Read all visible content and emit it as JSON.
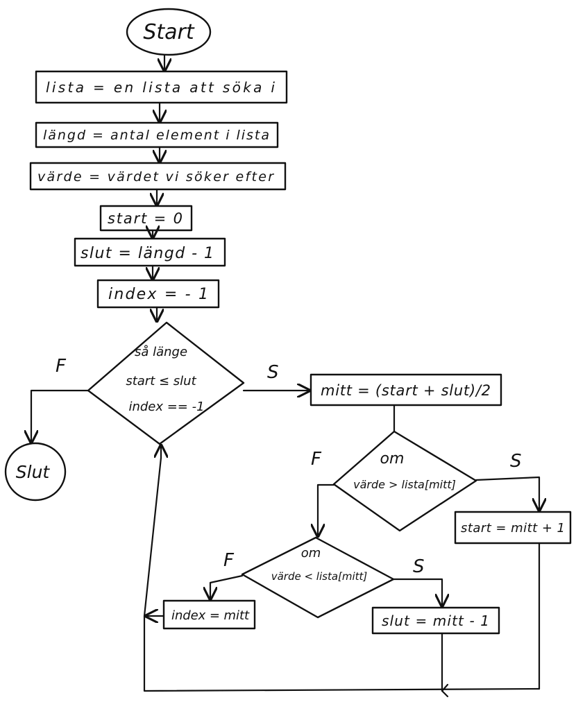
{
  "flowchart": {
    "start": "Start",
    "end": "Slut",
    "steps": [
      "lista = en lista att söka i",
      "längd = antal element i lista",
      "värde = värdet vi söker efter",
      "start = 0",
      "slut = längd - 1",
      "index = - 1"
    ],
    "loop": {
      "line1": "så länge",
      "line2": "start ≤ slut",
      "line3": "index == -1"
    },
    "mid_step": "mitt = (start + slut)/2",
    "decision1": {
      "line1": "om",
      "line2": "värde > lista[mitt]"
    },
    "decision2": {
      "line1": "om",
      "line2": "värde < lista[mitt]"
    },
    "start_update": "start = mitt + 1",
    "slut_update": "slut = mitt - 1",
    "index_update": "index = mitt",
    "true_label": "S",
    "false_label": "F"
  }
}
